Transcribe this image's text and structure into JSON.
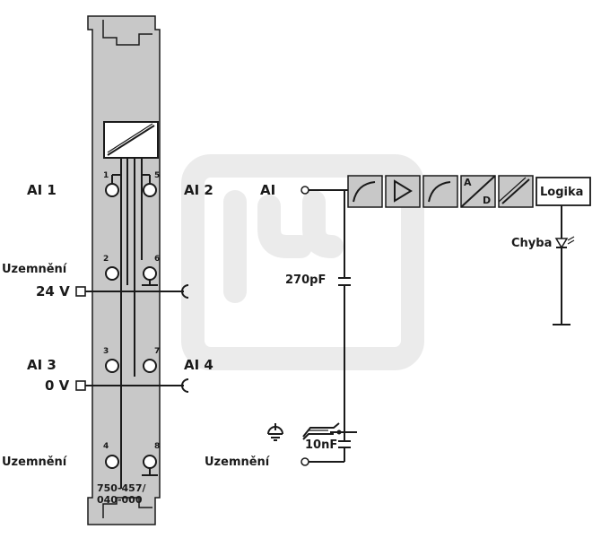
{
  "module": {
    "part_number_line1": "750-457/",
    "part_number_line2": "040-000"
  },
  "terminals": {
    "ai1": "AI 1",
    "ai2": "AI 2",
    "ai3": "AI 3",
    "ai4": "AI 4",
    "uzemneni_top": "Uzemnění",
    "v24": "24 V",
    "v0": "0 V",
    "uzemneni_bottom": "Uzemnění"
  },
  "pins": [
    "1",
    "2",
    "3",
    "4",
    "5",
    "6",
    "7",
    "8"
  ],
  "circuit": {
    "input_label": "AI",
    "ground_label": "Uzemnění",
    "cap1": "270pF",
    "cap2": "10nF",
    "adc_a": "A",
    "adc_d": "D",
    "logic": "Logika",
    "error": "Chyba"
  },
  "colors": {
    "module_fill": "#c8c8c8",
    "stroke": "#1a1a1a",
    "watermark": "#ebebeb"
  }
}
